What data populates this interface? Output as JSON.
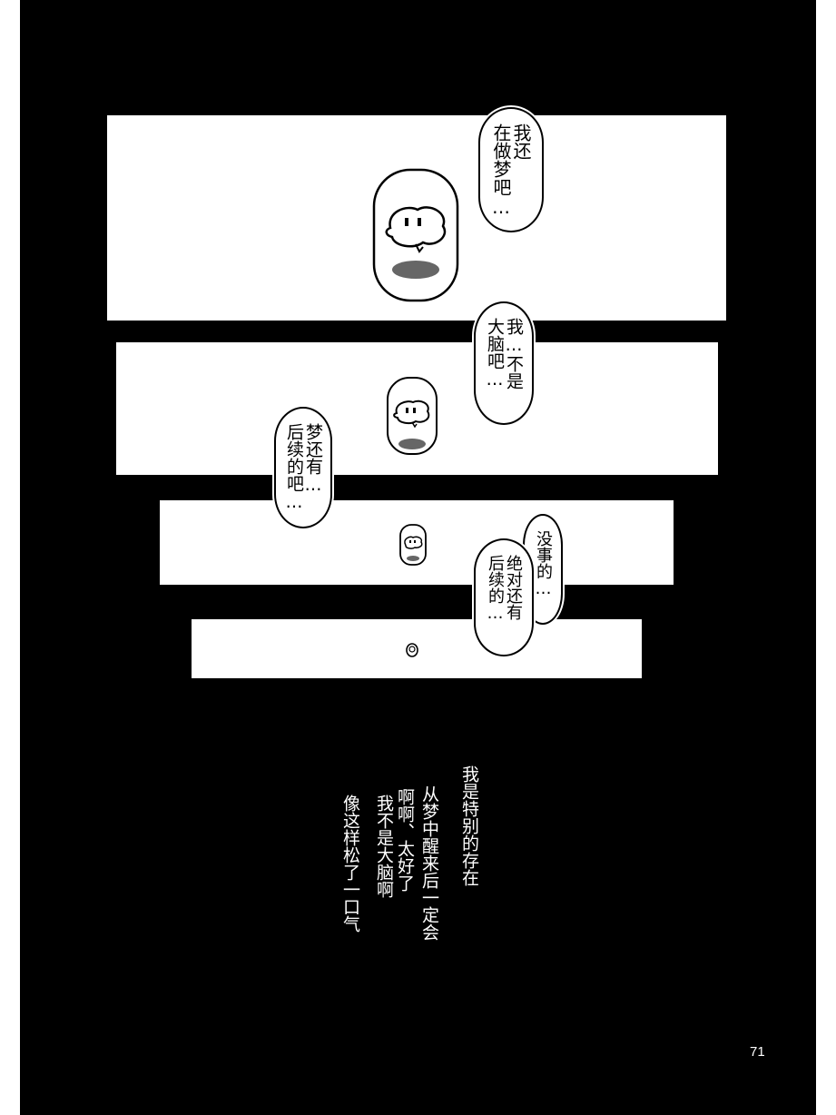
{
  "panel1": {
    "bubble_lines": [
      "我还",
      "在做梦吧…"
    ]
  },
  "panel2": {
    "bubble_lines": [
      "我…不是",
      "大脑吧…"
    ]
  },
  "panel3": {
    "bubble_lines": [
      "梦还有…",
      "后续的吧…"
    ]
  },
  "panel4": {
    "bubble_a_lines": [
      "没事的…"
    ],
    "bubble_b_lines": [
      "绝对还有",
      "后续的…"
    ]
  },
  "narration": {
    "col1": "我是特别的存在",
    "col2": "从梦中醒来后一定会",
    "col3": "啊啊、太好了",
    "col4": "我不是大脑啊",
    "col5": "像这样松了一口气"
  },
  "page_number": "71"
}
